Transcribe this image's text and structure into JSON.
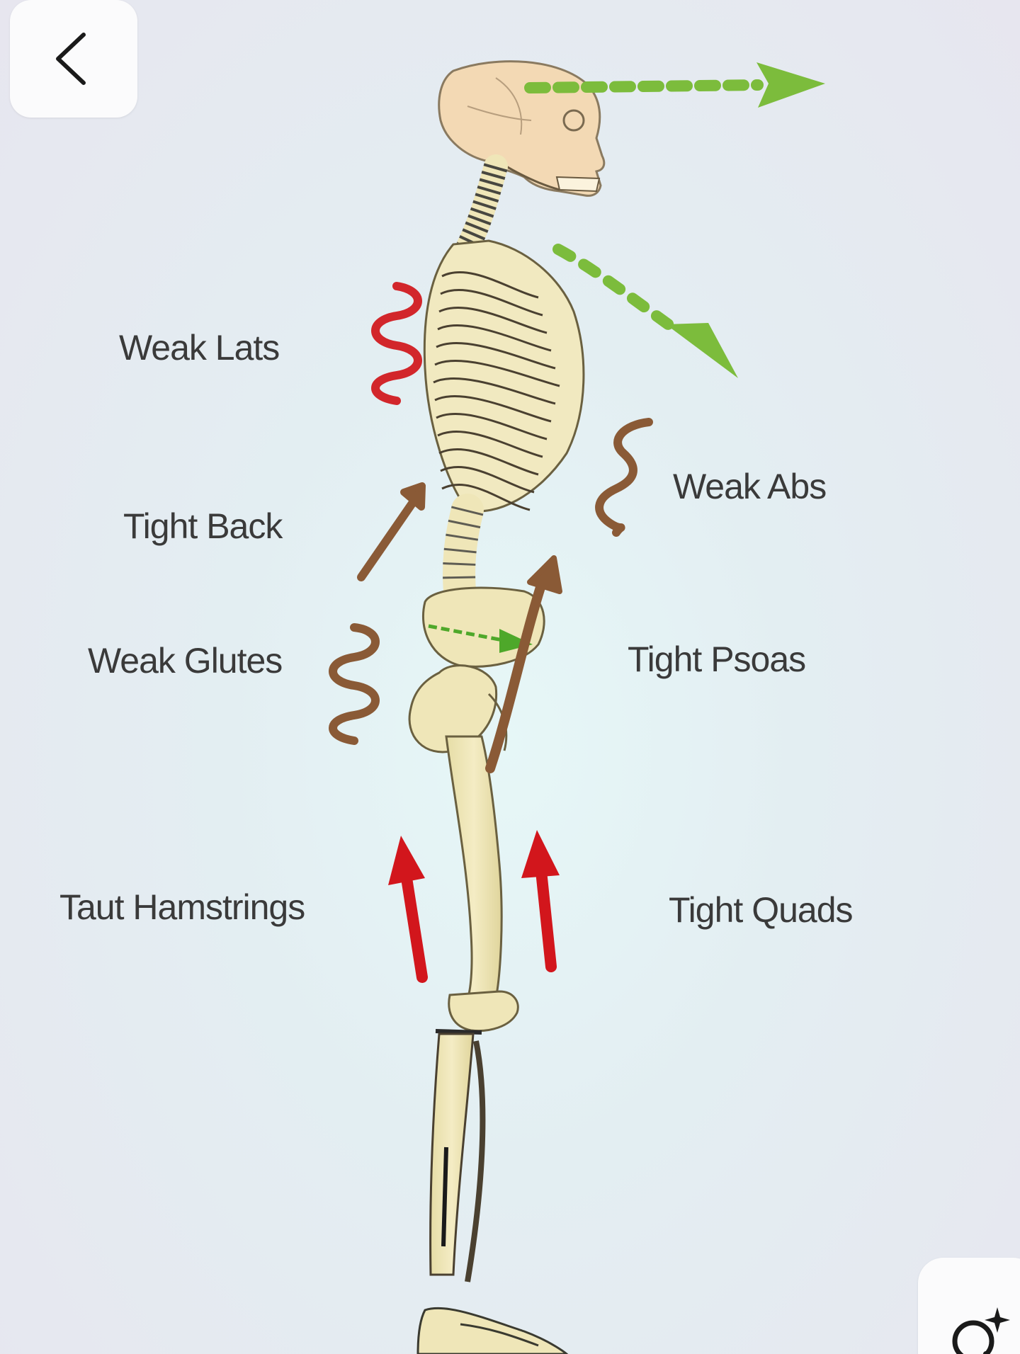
{
  "viewer": {
    "labels": {
      "weak_lats": "Weak Lats",
      "tight_back": "Tight Back",
      "weak_glutes": "Weak Glutes",
      "taut_hamstrings": "Taut Hamstrings",
      "weak_abs": "Weak Abs",
      "tight_psoas": "Tight Psoas",
      "tight_quads": "Tight Quads"
    },
    "controls": {
      "back_icon": "chevron-left-icon",
      "lens_icon": "visual-search-icon"
    },
    "colors": {
      "bone": "#efe6b8",
      "skull": "#f3d9b4",
      "green_arrow": "#7cbc3c",
      "brown": "#8a5a36",
      "red_arrow": "#d2161c",
      "red_wave": "#d2262b",
      "label_text": "#3a3a3a"
    }
  }
}
